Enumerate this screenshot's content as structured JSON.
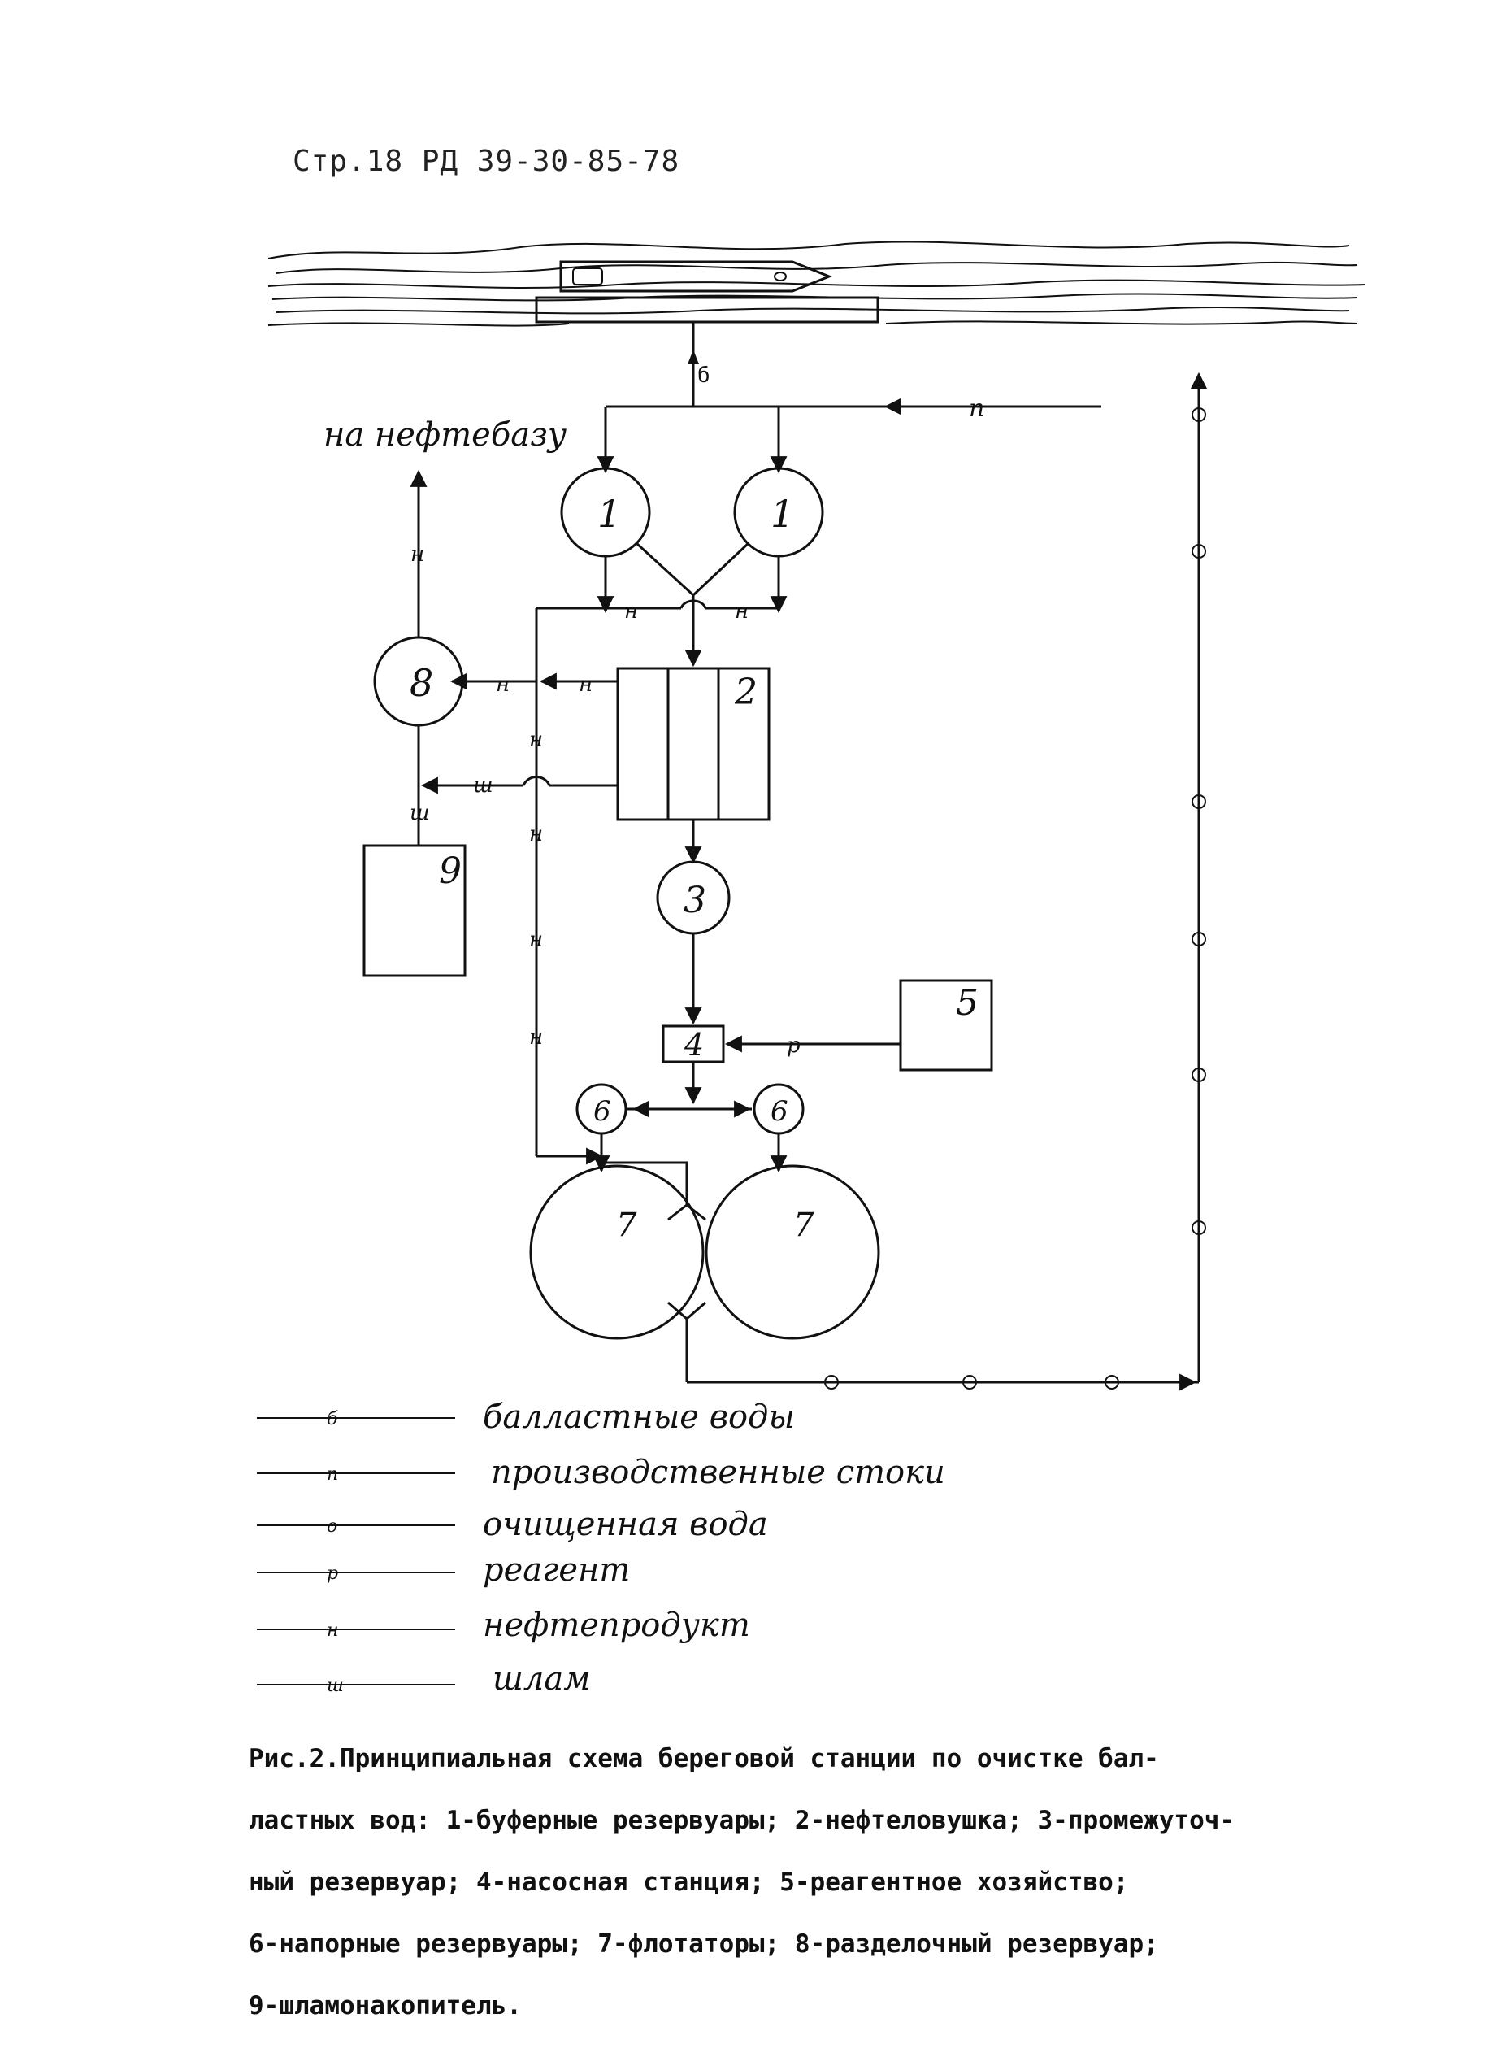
{
  "header": "Стр.18 РД 39-30-85-78",
  "destination_label": "на нефтебазу",
  "nodes": {
    "n1": "1",
    "n2": "2",
    "n3": "3",
    "n4": "4",
    "n5": "5",
    "n6": "6",
    "n7": "7",
    "n8": "8",
    "n9": "9"
  },
  "line_codes": {
    "ballast": "б",
    "production": "п",
    "treated": "о",
    "reagent": "р",
    "oil": "н",
    "sludge": "ш"
  },
  "legend": [
    {
      "code": "б",
      "label": "балластные воды"
    },
    {
      "code": "п",
      "label": "производственные стоки"
    },
    {
      "code": "о",
      "label": "очищенная вода"
    },
    {
      "code": "р",
      "label": "реагент"
    },
    {
      "code": "н",
      "label": "нефтепродукт"
    },
    {
      "code": "ш",
      "label": "шлам"
    }
  ],
  "caption": [
    "Рис.2.Принципиальная схема береговой станции по очистке бал-",
    "ластных вод: 1-буферные резервуары; 2-нефтеловушка; 3-промежуточ-",
    "ный резервуар; 4-насосная станция; 5-реагентное хозяйство;",
    "6-напорные резервуары; 7-флотаторы; 8-разделочный резервуар;",
    "9-шламонакопитель."
  ]
}
